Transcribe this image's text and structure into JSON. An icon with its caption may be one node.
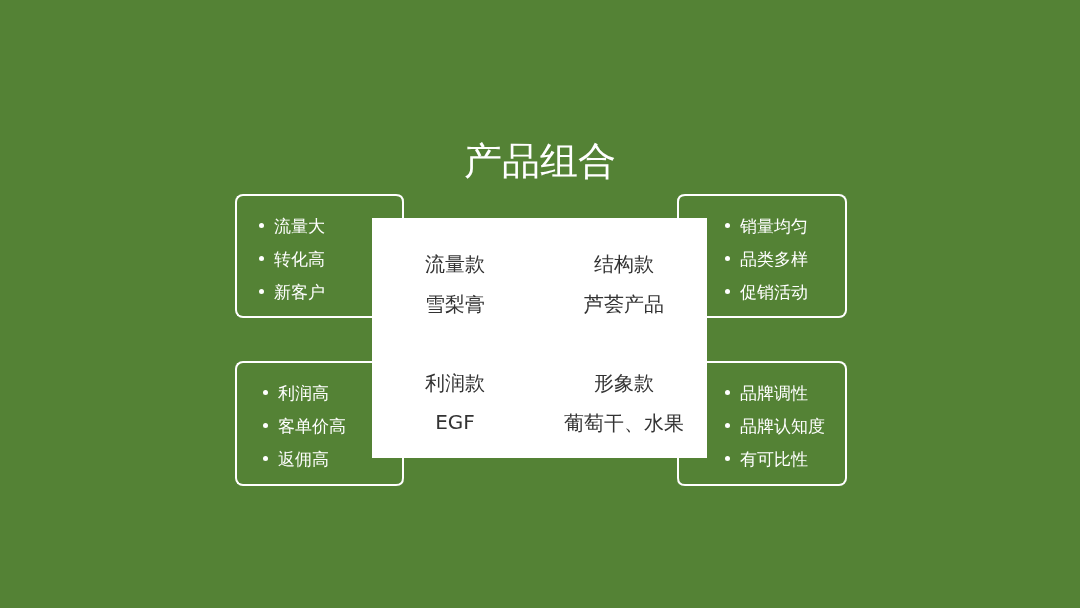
{
  "diagram": {
    "title": "产品组合",
    "nodes": [
      {
        "text": [
          "流量大",
          "转化高",
          "新客户"
        ]
      },
      {
        "text": [
          "销量均匀",
          "品类多样",
          "促销活动"
        ]
      },
      {
        "text": [
          "利润高",
          "客单价高",
          "返佣高"
        ]
      },
      {
        "text": [
          "品牌调性",
          "品牌认知度",
          "有可比性"
        ]
      },
      {
        "text": [
          "流量款",
          "雪梨膏",
          "结构款",
          "芦荟产品",
          "利润款",
          "EGF",
          "形象款",
          "葡萄干、水果"
        ]
      }
    ],
    "edges": []
  }
}
